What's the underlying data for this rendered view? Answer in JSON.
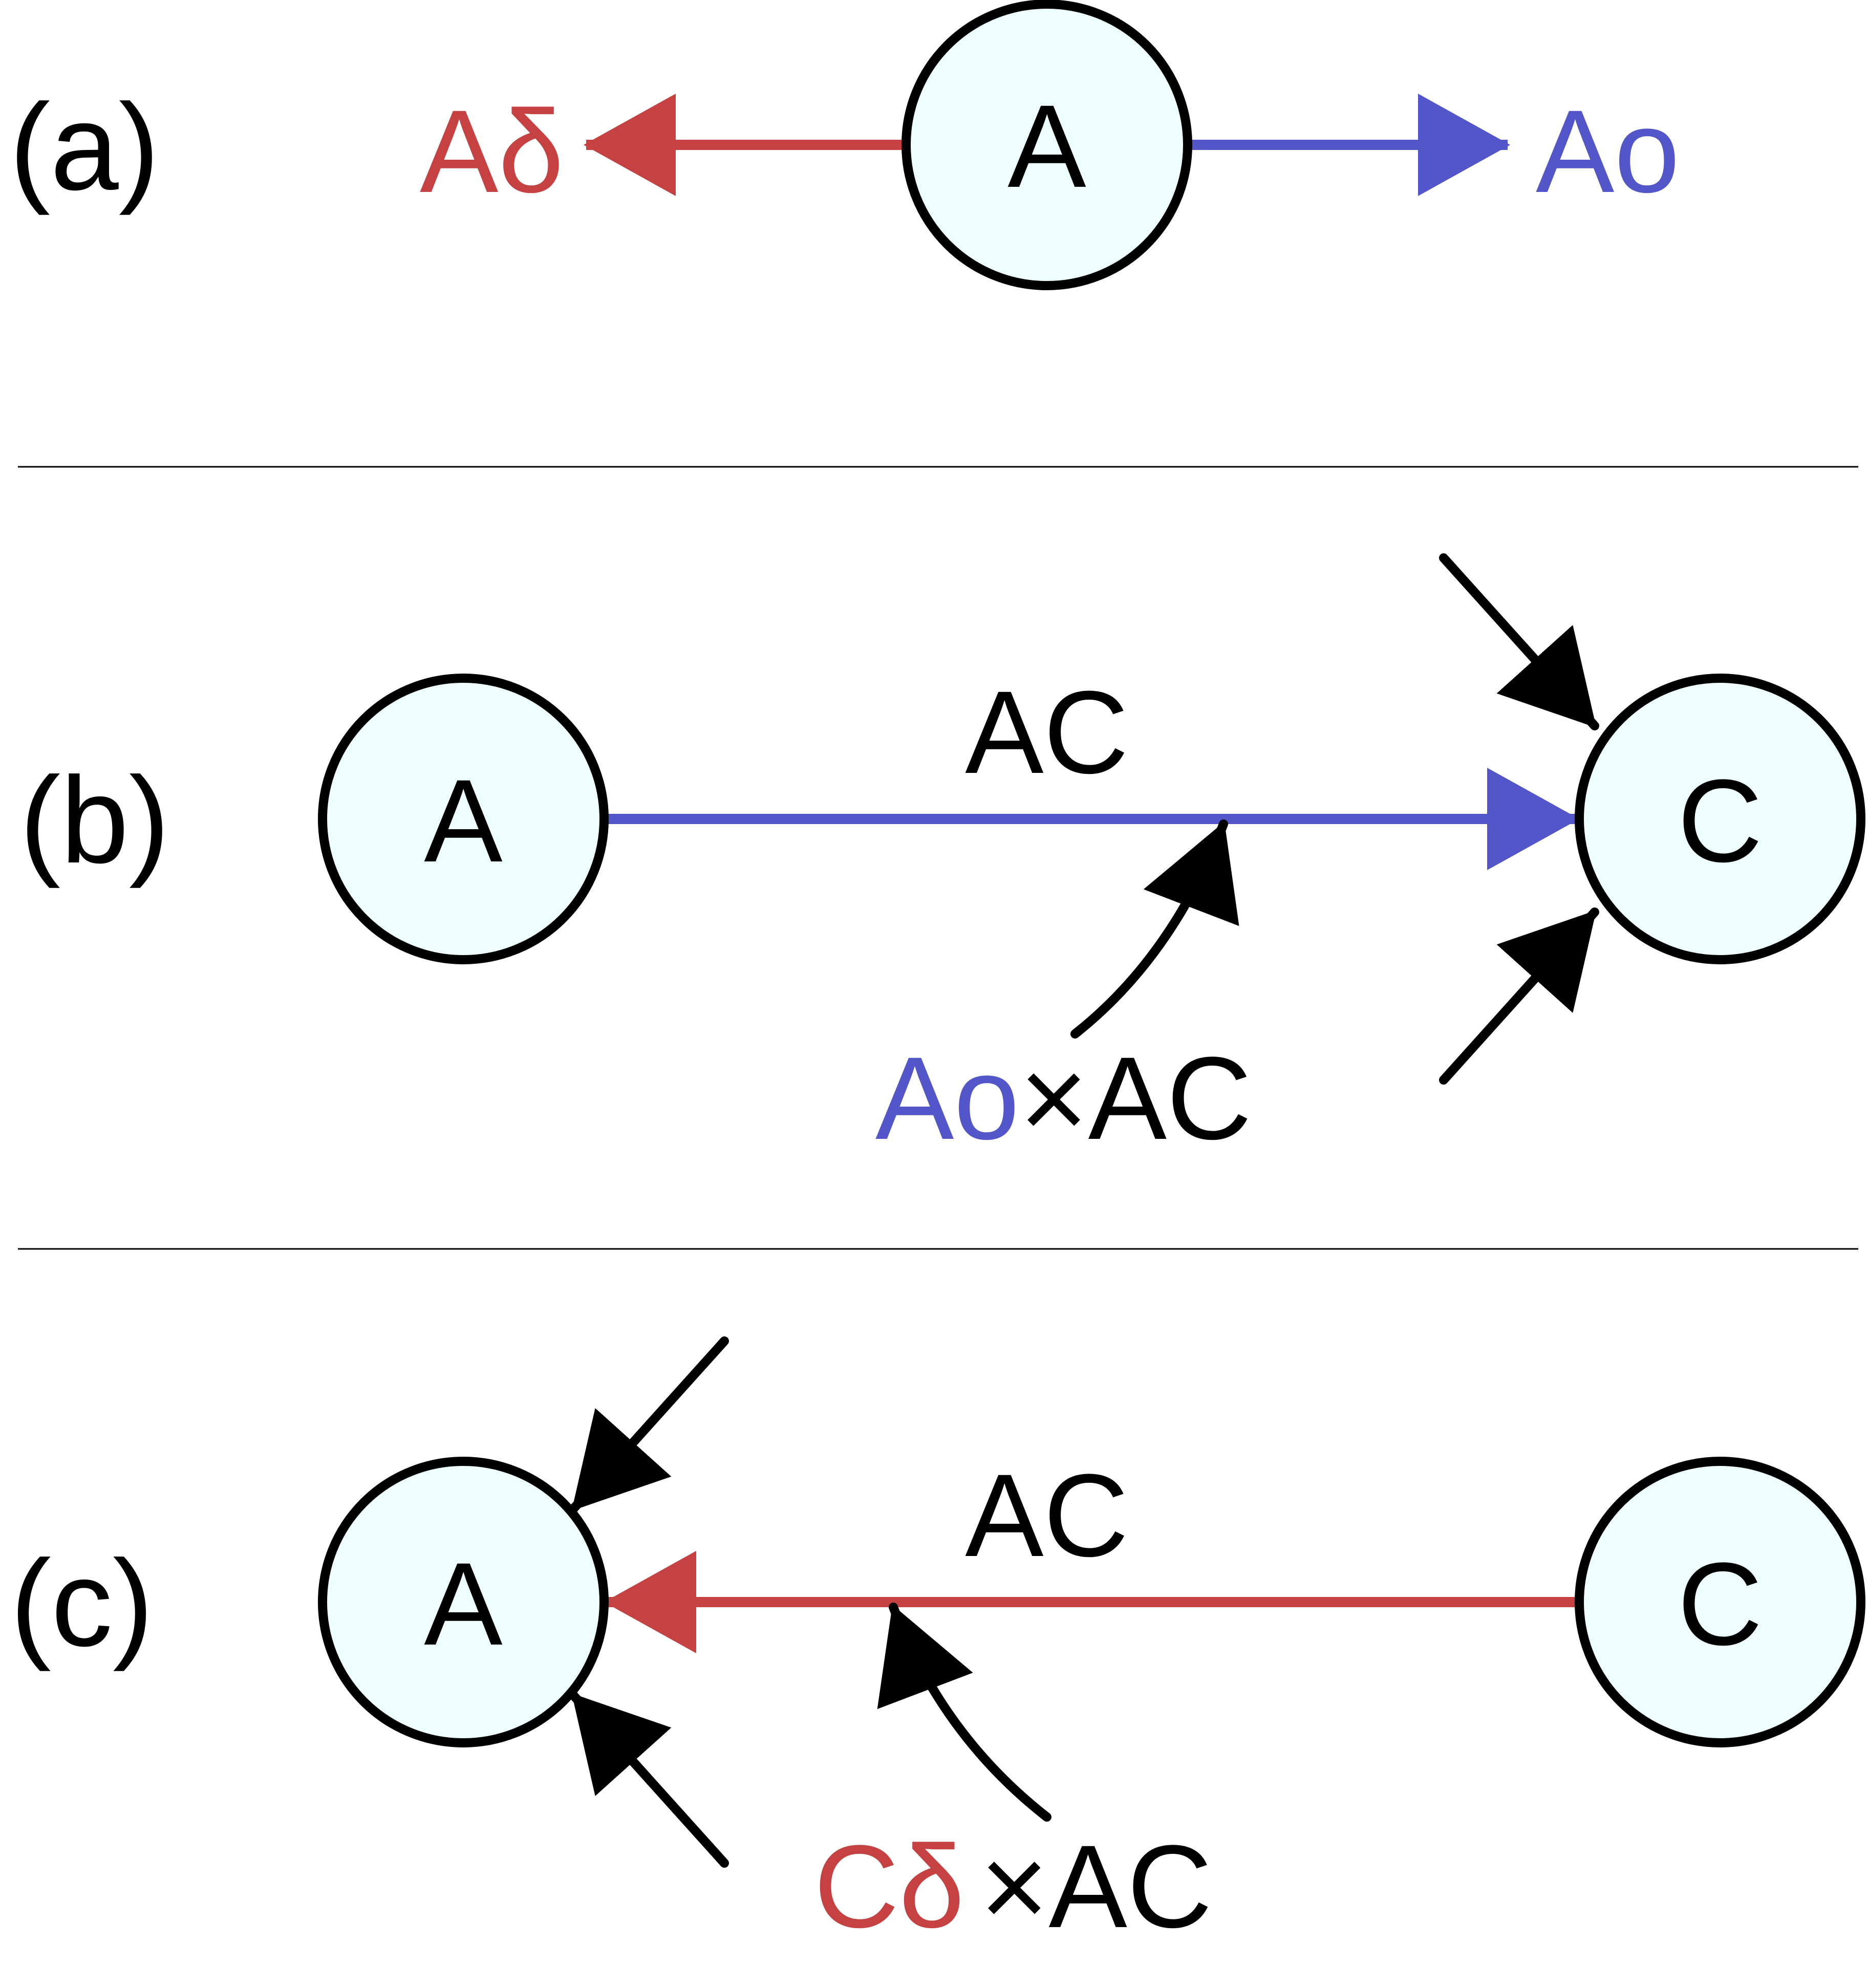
{
  "colors": {
    "red": "#c64242",
    "blue": "#5356c8",
    "black": "#000000",
    "node_fill": "#eefdfd"
  },
  "panel_a": {
    "label": "(a)",
    "node": "A",
    "left_output": "Aδ",
    "right_output": "Ao"
  },
  "panel_b": {
    "label": "(b)",
    "source_node": "A",
    "target_node": "C",
    "edge_label": "AC",
    "product_left": "Ao",
    "product_op": "×",
    "product_right": "AC"
  },
  "panel_c": {
    "label": "(c)",
    "target_node": "A",
    "source_node": "C",
    "edge_label": "AC",
    "product_left": "Cδ",
    "product_op": "×",
    "product_right": "AC"
  }
}
